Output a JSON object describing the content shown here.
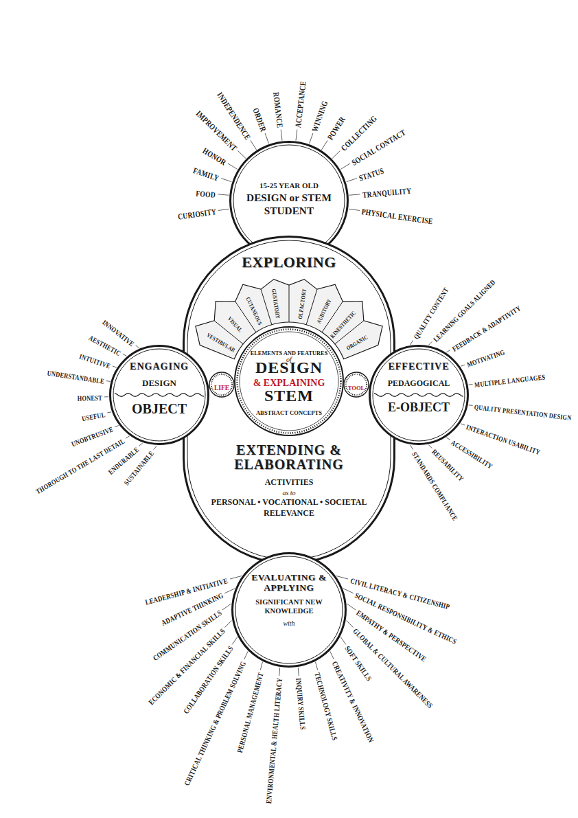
{
  "diagram": {
    "nodes": [
      {
        "text": [
          "15-25 YEAR OLD",
          "DESIGN or STEM STUDENT"
        ]
      },
      {
        "text": [
          "EXPLORING",
          "EXTENDING & ELABORATING",
          "ACTIVITIES",
          "as to",
          "PERSONAL • VOCATIONAL • SOCIETAL",
          "RELEVANCE"
        ]
      },
      {
        "text": [
          "ELEMENTS AND FEATURES",
          "of",
          "DESIGN",
          "& EXPLAINING",
          "STEM",
          "ABSTRACT CONCEPTS"
        ],
        "in": 1
      },
      {
        "text": [
          "ENGAGING",
          "DESIGN",
          "OBJECT"
        ]
      },
      {
        "text": [
          "LIFE"
        ],
        "in": 1
      },
      {
        "text": [
          "TOOL"
        ],
        "in": 1
      },
      {
        "text": [
          "EFFECTIVE",
          "PEDAGOGICAL",
          "E-OBJECT"
        ]
      },
      {
        "text": [
          "EVALUATING & APPLYING",
          "SIGNIFICANT NEW KNOWLEDGE",
          "with"
        ]
      }
    ],
    "labels": [
      "CURIOSITY",
      "FOOD",
      "FAMILY",
      "HONOR",
      "IMPROVEMENT",
      "INDEPENDENCE",
      "ORDER",
      "ROMANCE",
      "ACCEPTANCE",
      "WINNING",
      "POWER",
      "COLLECTING",
      "SOCIAL CONTACT",
      "STATUS",
      "TRANQUILITY",
      "PHYSICAL EXERCISE",
      "VESTIBULAR",
      "VISUAL",
      "CUTANEOUS",
      "GUSTATORY",
      "OLFACTORY",
      "AUDITORY",
      "KINESTHETIC",
      "ORGANIC",
      "INNOVATIVE",
      "AESTHETIC",
      "INTUITIVE",
      "UNDERSTANDABLE",
      "HONEST",
      "USEFUL",
      "UNOBTRUSIVE",
      "THOROUGH TO THE LAST DETAIL",
      "ENDURABLE",
      "SUSTAINABLE",
      "QUALITY CONTENT",
      "LEARNING GOALS ALIGNED",
      "FEEDBACK & ADAPTIVITY",
      "MOTIVATING",
      "MULTIPLE LANGUAGES",
      "QUALITY PRESENTATION DESIGN",
      "INTERACTION USABILITY",
      "ACCESSIBILITY",
      "REUSABILITY",
      "STANDARDS COMPLIANCE",
      "LEADERSHIP & INITIATIVE",
      "ADAPTIVE THINKING",
      "COMMUNICATION SKILLS",
      "ECONOMIC & FINANCIAL SKILLS",
      "COLLABORATION SKILLS",
      "CRITICAL THINKING & PROBLEM SOLVING",
      "PERSONAL MANAGEMENT",
      "ENVIRONMENTAL & HEALTH LITERACY",
      "INQUIRY SKILLS",
      "TECHNOLOGY SKILLS",
      "CREATIVITY & INNOVATION",
      "SOFT SKILLS",
      "GLOBAL & CULTURAL AWARENESS",
      "EMPATHY & PERSPECTIVE",
      "SOCIAL RESPONSIBILITY & ETHICS",
      "CIVIL LITERACY & CITIZENSHIP"
    ]
  }
}
